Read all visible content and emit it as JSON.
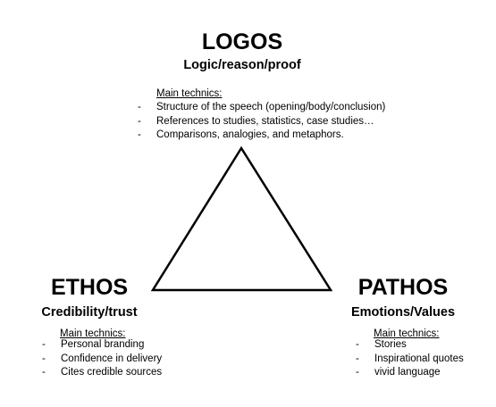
{
  "logos": {
    "title": "LOGOS",
    "subtitle": "Logic/reason/proof",
    "heading": "Main technics:",
    "items": [
      "Structure of the speech (opening/body/conclusion)",
      "References to studies, statistics, case studies…",
      "Comparisons, analogies, and metaphors."
    ]
  },
  "ethos": {
    "title": "ETHOS",
    "subtitle": "Credibility/trust",
    "heading": "Main technics:",
    "items": [
      "Personal branding",
      "Confidence in delivery",
      "Cites credible sources"
    ]
  },
  "pathos": {
    "title": "PATHOS",
    "subtitle": "Emotions/Values",
    "heading": "Main technics:",
    "items": [
      "Stories",
      "Inspirational quotes",
      "vivid language"
    ]
  }
}
